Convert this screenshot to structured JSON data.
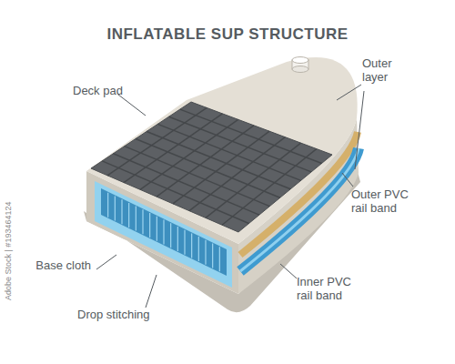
{
  "diagram": {
    "title": "INFLATABLE SUP STRUCTURE",
    "labels": [
      "Deck pad",
      "Outer layer",
      "Outer PVC rail band",
      "Inner PVC rail band",
      "Base cloth",
      "Drop stitching",
      "Adobe Stock | #193464124"
    ]
  }
}
